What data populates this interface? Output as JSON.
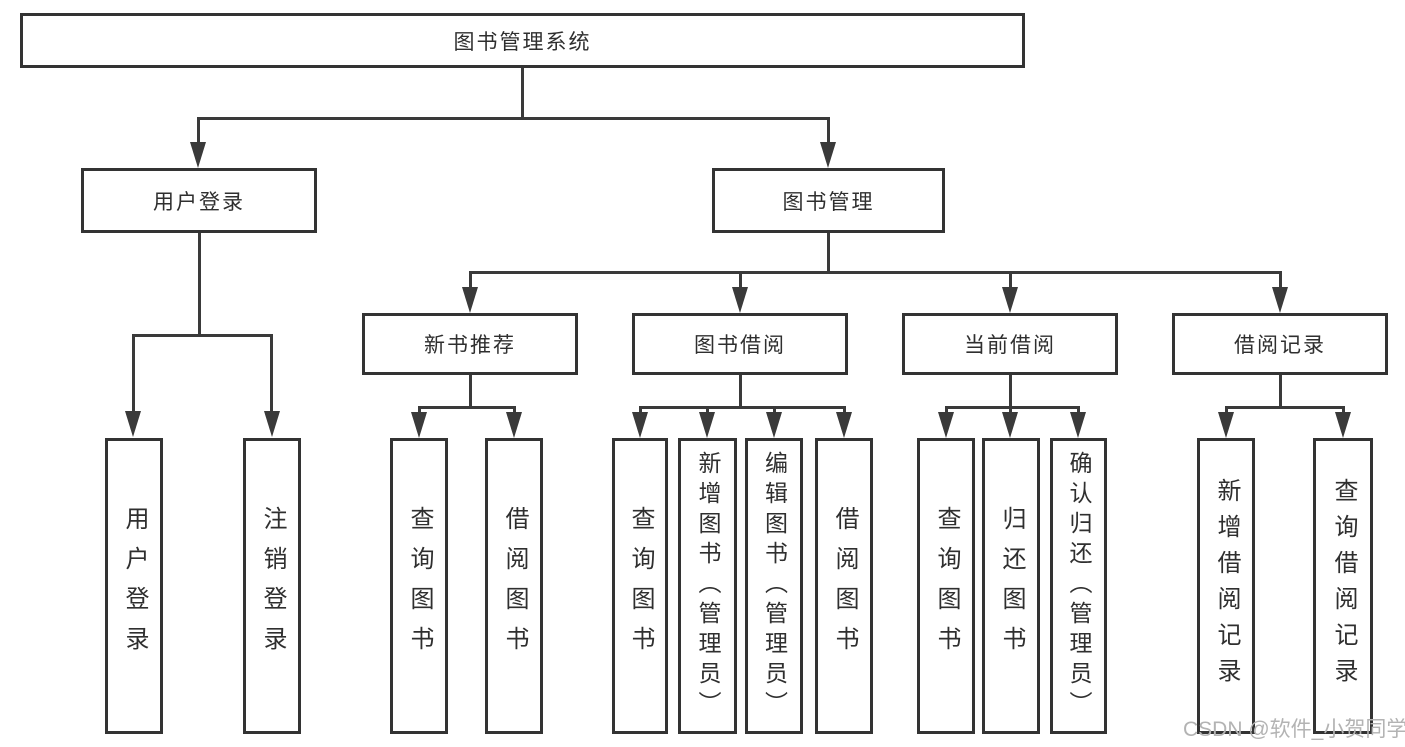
{
  "nodes": {
    "root": "图书管理系统",
    "user_login": "用户登录",
    "book_management": "图书管理",
    "new_book_recommend": "新书推荐",
    "book_borrowing": "图书借阅",
    "current_borrowing": "当前借阅",
    "borrowing_records": "借阅记录",
    "ul_user_login": "用户登录",
    "ul_logout": "注销登录",
    "nb_query_books": "查询图书",
    "nb_borrow_books": "借阅图书",
    "bb_query_books": "查询图书",
    "bb_add_books": "新增图书（管理员）",
    "bb_edit_books": "编辑图书（管理员）",
    "bb_borrow_books": "借阅图书",
    "cb_query_books": "查询图书",
    "cb_return_books": "归还图书",
    "cb_confirm_return": "确认归还（管理员）",
    "br_add_record": "新增借阅记录",
    "br_query_record": "查询借阅记录"
  },
  "hierarchy": {
    "root": [
      "user_login",
      "book_management"
    ],
    "user_login": [
      "ul_user_login",
      "ul_logout"
    ],
    "book_management": [
      "new_book_recommend",
      "book_borrowing",
      "current_borrowing",
      "borrowing_records"
    ],
    "new_book_recommend": [
      "nb_query_books",
      "nb_borrow_books"
    ],
    "book_borrowing": [
      "bb_query_books",
      "bb_add_books",
      "bb_edit_books",
      "bb_borrow_books"
    ],
    "current_borrowing": [
      "cb_query_books",
      "cb_return_books",
      "cb_confirm_return"
    ],
    "borrowing_records": [
      "br_add_record",
      "br_query_record"
    ]
  },
  "watermark": "CSDN @软件_小贺同学",
  "colors": {
    "line": "#3a3a3a",
    "box_border": "#333333",
    "text": "#2f2f2f",
    "watermark": "#b3b3b3",
    "background": "#ffffff"
  }
}
